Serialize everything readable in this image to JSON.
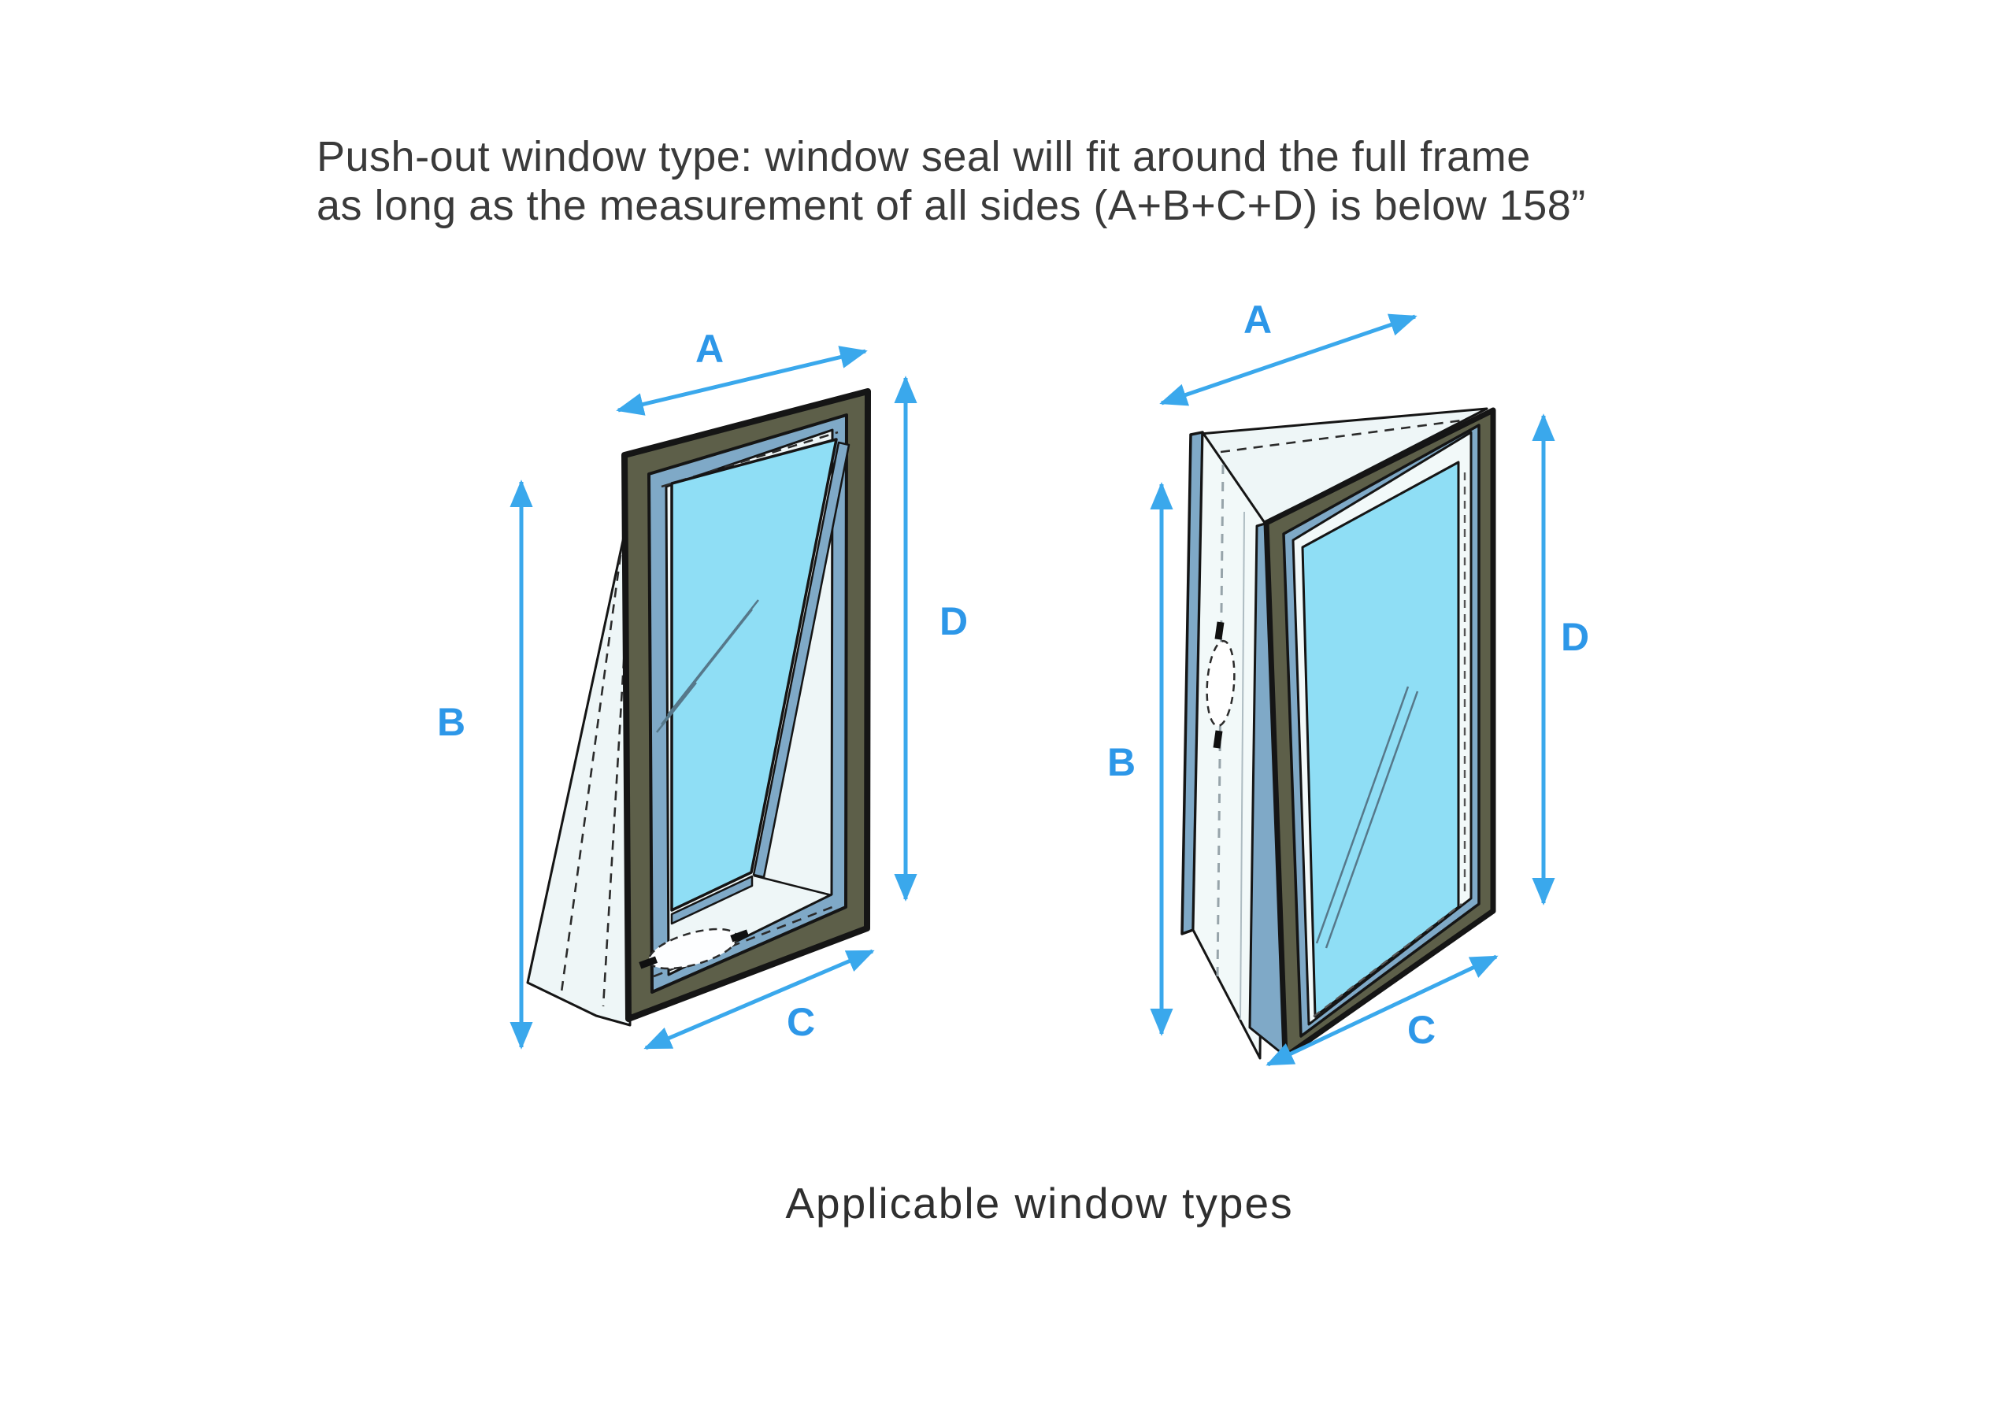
{
  "title": {
    "line1": "Push-out window type: window seal will fit around the full frame",
    "line2": "as long as the measurement of all sides (A+B+C+D) is below 158”"
  },
  "caption": "Applicable window types",
  "colors": {
    "background": "#ffffff",
    "title_text": "#3a3a3a",
    "dimension_arrow": "#3aa8ec",
    "dimension_label": "#2d97e8",
    "frame_olive": "#5d5f49",
    "frame_steel_blue": "#7fa9c7",
    "glass_blue": "#8fdef5",
    "seal_fabric": "#eef6f7",
    "line_outline": "#151515"
  },
  "windows": [
    {
      "id": "awning-push-out",
      "description": "push-out window shown tilted open with seal fabric wrapped around frame",
      "labels": {
        "a": "A",
        "b": "B",
        "c": "C",
        "d": "D"
      }
    },
    {
      "id": "casement-push-out",
      "description": "side-opening push-out window with seal fabric on jamb",
      "labels": {
        "a": "A",
        "b": "B",
        "c": "C",
        "d": "D"
      }
    }
  ]
}
